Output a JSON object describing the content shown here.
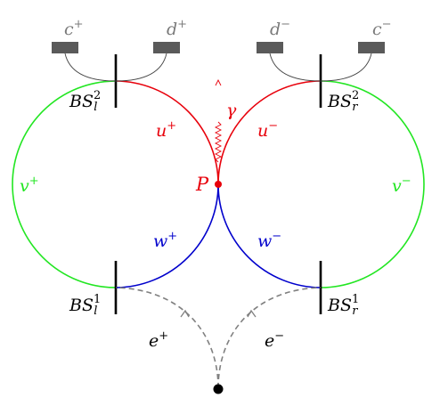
{
  "colors": {
    "red": "#e8000b",
    "green": "#22e622",
    "blue": "#0000cc",
    "black": "#000000",
    "gray": "#666666",
    "dashed": "#808080",
    "detector": "#5a5a5a",
    "label_gray": "#7a7a7a"
  },
  "labels": {
    "detector_c_plus": "c",
    "detector_c_plus_sup": "+",
    "detector_d_plus": "d",
    "detector_d_plus_sup": "+",
    "detector_d_minus": "d",
    "detector_d_minus_sup": "−",
    "detector_c_minus": "c",
    "detector_c_minus_sup": "−",
    "bs_l2": "BS",
    "bs_l2_sup": "2",
    "bs_l2_sub": "l",
    "bs_r2": "BS",
    "bs_r2_sup": "2",
    "bs_r2_sub": "r",
    "bs_l1": "BS",
    "bs_l1_sup": "1",
    "bs_l1_sub": "l",
    "bs_r1": "BS",
    "bs_r1_sup": "1",
    "bs_r1_sub": "r",
    "u_plus": "u",
    "u_plus_sup": "+",
    "u_minus": "u",
    "u_minus_sup": "−",
    "v_plus": "v",
    "v_plus_sup": "+",
    "v_minus": "v",
    "v_minus_sup": "−",
    "w_plus": "w",
    "w_plus_sup": "+",
    "w_minus": "w",
    "w_minus_sup": "−",
    "e_plus": "e",
    "e_plus_sup": "+",
    "e_minus": "e",
    "e_minus_sup": "−",
    "point_p": "P",
    "photon": "γ"
  }
}
